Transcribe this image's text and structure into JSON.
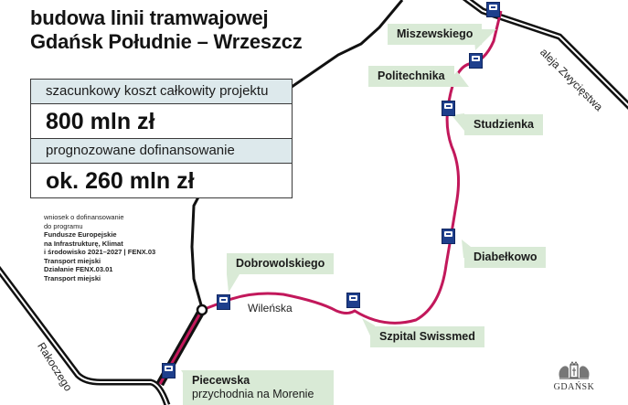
{
  "title": {
    "line1": "budowa linii tramwajowej",
    "line2": "Gdańsk Południe – Wrzeszcz"
  },
  "cost_box": {
    "label": "szacunkowy koszt całkowity projektu",
    "value": "800 mln zł"
  },
  "funding_box": {
    "label": "prognozowane dofinansowanie",
    "value": "ok. 260 mln zł"
  },
  "note": {
    "line1": "wniosek o dofinansowanie",
    "line2": "do programu",
    "line3": "Fundusze Europejskie",
    "line4": "na Infrastrukturę, Klimat",
    "line5": "i środowisko 2021–2027 | FENX.03",
    "line6": "Transport miejski",
    "line7": "Działanie FENX.03.01",
    "line8": "Transport miejski"
  },
  "stops": [
    {
      "name": "Miszewskiego"
    },
    {
      "name": "Politechnika"
    },
    {
      "name": "Studzienka"
    },
    {
      "name": "Diabełkowo"
    },
    {
      "name": "Szpital Swissmed"
    },
    {
      "name": "Dobrowolskiego"
    },
    {
      "name": "Piecewska",
      "sub": "przychodnia na Morenie"
    }
  ],
  "streets": {
    "wilenska": "Wileńska",
    "rakoczego": "Rakoczego",
    "zwyciestwa": "aleja Zwycięstwa"
  },
  "logo": {
    "name": "GDAŃSK"
  },
  "colors": {
    "tram_line": "#c2185b",
    "road": "#111111",
    "label_bg": "#d9ead6",
    "box_label_bg": "#dde9ec",
    "stop_icon": "#1e3f8c"
  }
}
